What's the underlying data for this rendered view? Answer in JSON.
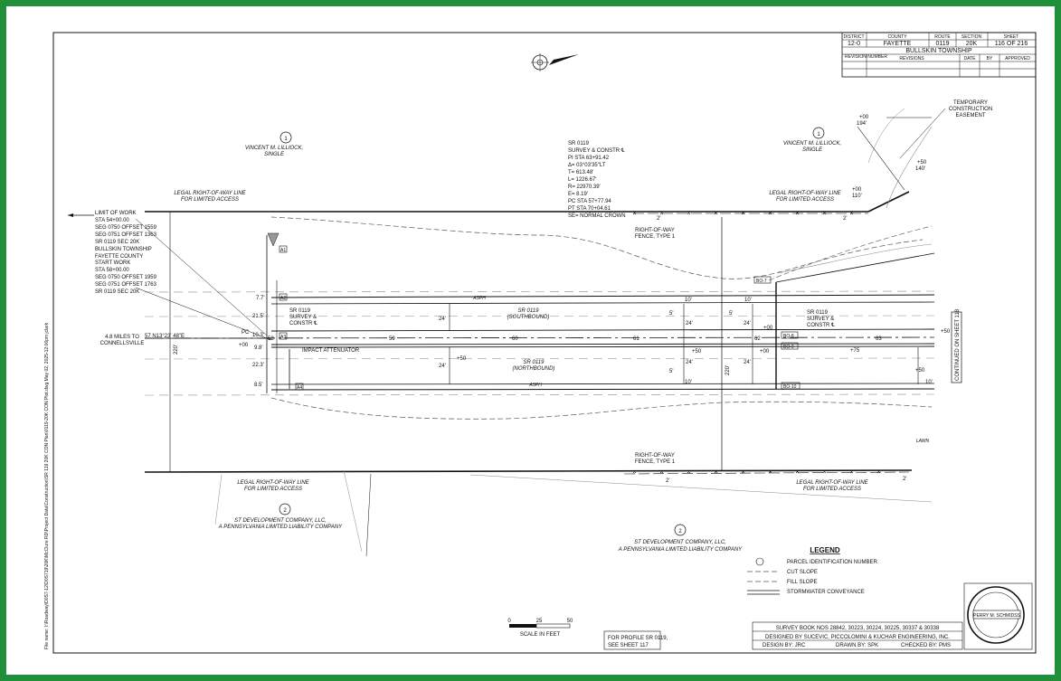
{
  "title_block": {
    "headers": [
      "DISTRICT",
      "COUNTY",
      "ROUTE",
      "SECTION",
      "SHEET"
    ],
    "values": [
      "12-0",
      "FAYETTE",
      "0119",
      "20K",
      "116 OF 216"
    ],
    "township": "BULLSKIN TOWNSHIP",
    "revision_headers": [
      "REVISION NUMBER",
      "REVISIONS",
      "DATE",
      "BY",
      "APPROVED"
    ]
  },
  "parcels": {
    "p1": "1",
    "p2": "2",
    "vincent": [
      "VINCENT M. LILLIOCK,",
      "SINGLE"
    ],
    "st_dev": [
      "ST DEVELOPMENT COMPANY, LLC,",
      "A PENNSYLVANIA LIMITED LIABILITY COMPANY"
    ]
  },
  "curve_data": [
    "SR 0119",
    "SURVEY & CONSTR ℄",
    "PI STA 63+91.42",
    "Δ= 03°03'35\"LT",
    "T= 613.48'",
    "L= 1226.67'",
    "R= 22970.39'",
    "E= 8.19'",
    "PC STA 57+77.94",
    "PT STA 70+04.61",
    "SE= NORMAL CROWN"
  ],
  "limit_of_work": [
    "LIMIT OF WORK",
    "STA 54+00.00",
    "SEG 0750 OFFSET 1559",
    "SEG 0751 OFFSET 1363",
    "SR 0119 SEC 20K",
    "BULLSKIN TOWNSHIP",
    "FAYETTE COUNTY"
  ],
  "start_work": [
    "START WORK",
    "STA 58+00.00",
    "SEG 0750 OFFSET 1959",
    "SEG 0751 OFFSET 1763",
    "SR 0119 SEC 20K"
  ],
  "labels": {
    "legal_row": [
      "LEGAL RIGHT-OF-WAY LINE",
      "FOR LIMITED ACCESS"
    ],
    "fence": [
      "RIGHT-OF-WAY",
      "FENCE, TYPE 1"
    ],
    "temp_easement": [
      "TEMPORARY",
      "CONSTRUCTION",
      "EASEMENT"
    ],
    "sb": [
      "SR 0119",
      "(SOUTHBOUND)"
    ],
    "nb": [
      "SR 0119",
      "(NORTHBOUND)"
    ],
    "survey_constr": [
      "SR 0119",
      "SURVEY &",
      "CONSTR ℄"
    ],
    "impact": "IMPACT ATTENUATOR",
    "miles": [
      "4.8 MILES TO",
      "CONNELLSVILLE"
    ],
    "bearing": "57  N13°23' 48\"E",
    "continued": "CONTINUED ON SHEET 118",
    "asph": "ASPH",
    "lawn": "LAWN",
    "pc": "PC",
    "dims": [
      "7.7'",
      "21.5'",
      "10.3'",
      "9.8'",
      "22.3'",
      "8.5'",
      "24'",
      "24'",
      "10'",
      "10'",
      "5'",
      "5'",
      "24'",
      "24'",
      "24'",
      "24'",
      "10'",
      "10'",
      "2'",
      "2'",
      "2'",
      "2'",
      "5'",
      "220'",
      "220'",
      "+50",
      "+50",
      "+00",
      "+00",
      "+75",
      "+50",
      "+00",
      "+50"
    ],
    "stations": [
      "58",
      "59",
      "60",
      "61",
      "62",
      "63"
    ],
    "top_right_a": [
      "+00",
      "194'"
    ],
    "top_right_b": [
      "+50",
      "140'"
    ],
    "top_right_c": [
      "+00",
      "110'"
    ],
    "points": [
      "A1",
      "A2",
      "A3",
      "A4",
      "BO-7",
      "BO-8",
      "BO-9",
      "BO-10"
    ]
  },
  "legend": {
    "title": "LEGEND",
    "items": [
      "PARCEL IDENTIFICATION NUMBER",
      "CUT SLOPE",
      "FILL SLOPE",
      "STORMWATER CONVEYANCE"
    ]
  },
  "scale": {
    "ticks": [
      "0",
      "25",
      "50"
    ],
    "label": "SCALE IN FEET"
  },
  "profile_note": [
    "FOR PROFILE SR 0119,",
    "SEE SHEET 117"
  ],
  "footer": {
    "survey_book": "SURVEY BOOK NOS 28842, 30223, 30224, 30225, 30337 & 30338",
    "designed_by": "DESIGNED BY SUCEVIC, PICCOLOMINI & KUCHAR ENGINEERING, INC.",
    "design_by": "DESIGN BY:  JRC",
    "drawn_by": "DRAWN BY:  SPK",
    "checked_by": "CHECKED BY:  PMS"
  },
  "seal": {
    "name": "PERRY M. SCHMIDSS"
  },
  "file_path": "File name: I:\\Roadway\\D0S7-12\\D0S719\\20K\\McClure RD\\Project Data\\Construction\\SR 119 20K CON Plan\\0119-20K CON Plot.dwg  May 02, 2025-12:06pm  jclark"
}
